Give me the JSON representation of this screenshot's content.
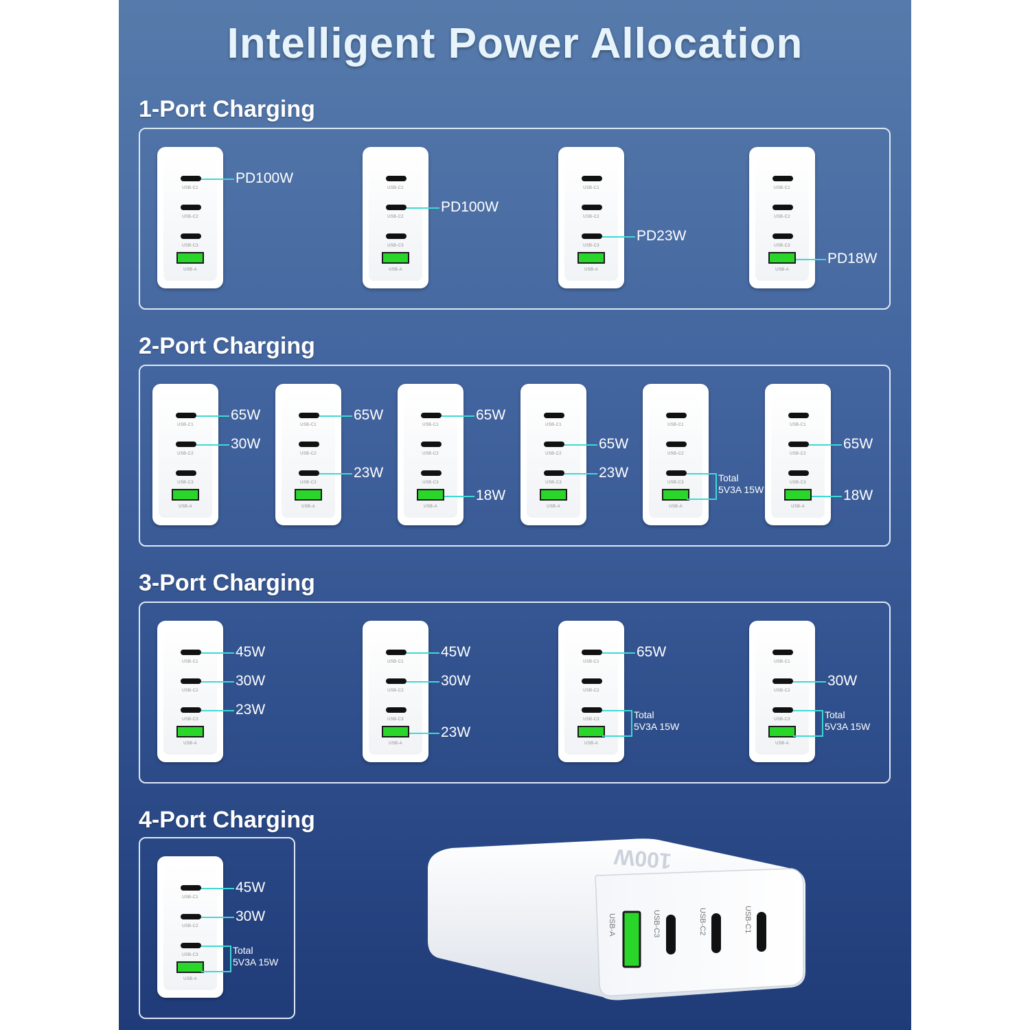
{
  "title": "Intelligent Power Allocation",
  "port_names": {
    "c1": "USB-C1",
    "c2": "USB-C2",
    "c3": "USB-C3",
    "a": "USB-A"
  },
  "brand_mark": "100W",
  "colors": {
    "accent_line": "#3ed9d4",
    "usb_a_port": "#2bd62b",
    "background_top": "#567bab",
    "background_bottom": "#1f3b78"
  },
  "sections": [
    {
      "title": "1-Port Charging",
      "configs": [
        {
          "c1": "PD100W"
        },
        {
          "c2": "PD100W"
        },
        {
          "c3": "PD23W"
        },
        {
          "a": "PD18W"
        }
      ]
    },
    {
      "title": "2-Port Charging",
      "configs": [
        {
          "c1": "65W",
          "c2": "30W"
        },
        {
          "c1": "65W",
          "c3": "23W"
        },
        {
          "c1": "65W",
          "a": "18W"
        },
        {
          "c2": "65W",
          "c3": "23W"
        },
        {
          "total_line1": "Total",
          "total_line2": "5V3A 15W"
        },
        {
          "c2": "65W",
          "a": "18W"
        }
      ]
    },
    {
      "title": "3-Port Charging",
      "configs": [
        {
          "c1": "45W",
          "c2": "30W",
          "c3": "23W"
        },
        {
          "c1": "45W",
          "c2": "30W",
          "a": "23W"
        },
        {
          "c1": "65W",
          "total_line1": "Total",
          "total_line2": "5V3A 15W"
        },
        {
          "c2": "30W",
          "total_line1": "Total",
          "total_line2": "5V3A 15W"
        }
      ]
    },
    {
      "title": "4-Port Charging",
      "configs": [
        {
          "c1": "45W",
          "c2": "30W",
          "total_line1": "Total",
          "total_line2": "5V3A 15W"
        }
      ]
    }
  ]
}
